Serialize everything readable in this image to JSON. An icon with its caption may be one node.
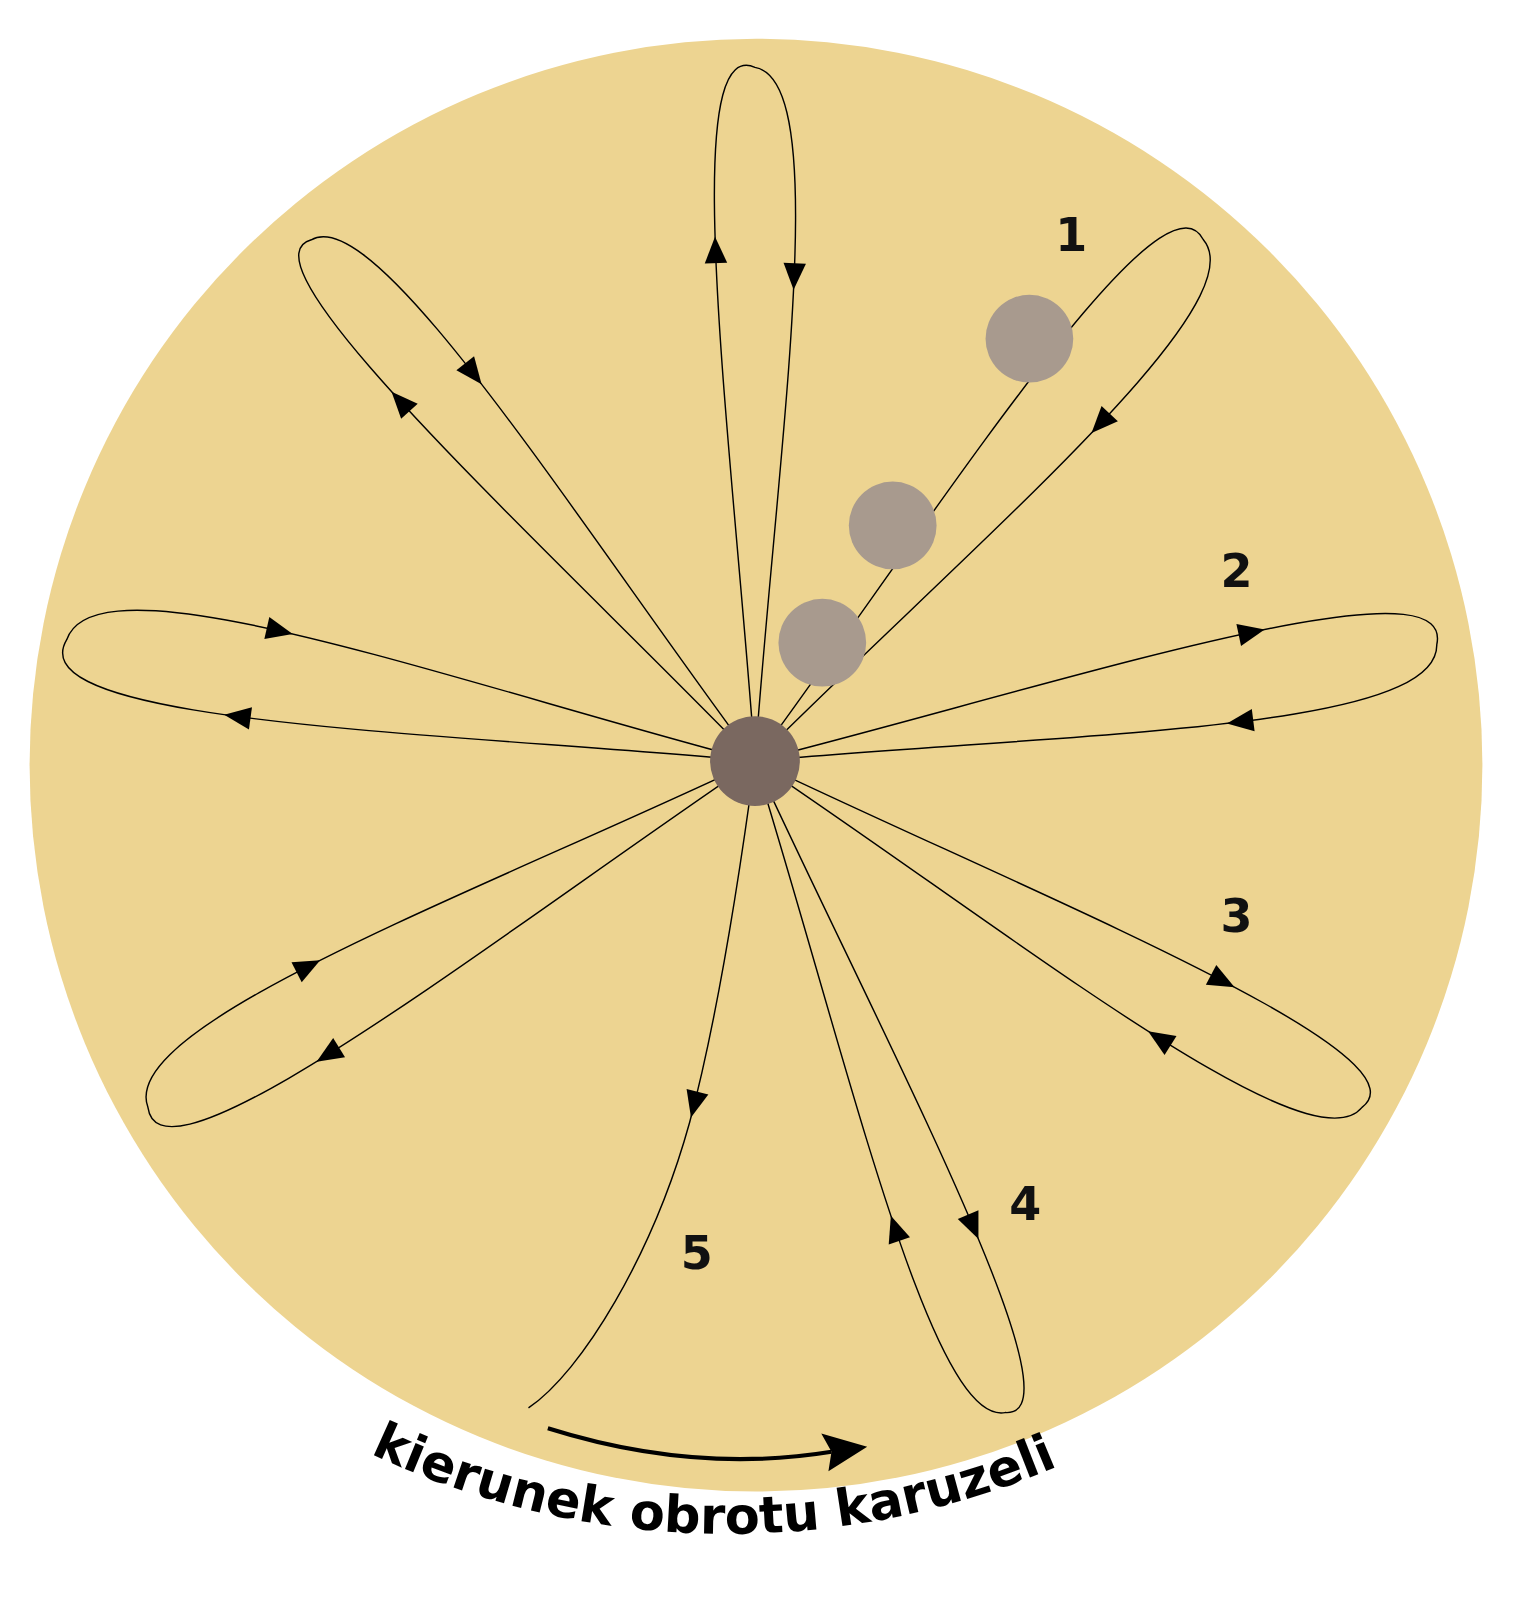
{
  "diagram": {
    "labels": [
      "1",
      "2",
      "3",
      "4",
      "5",
      "kierunek obrotu karuzeli"
    ]
  }
}
